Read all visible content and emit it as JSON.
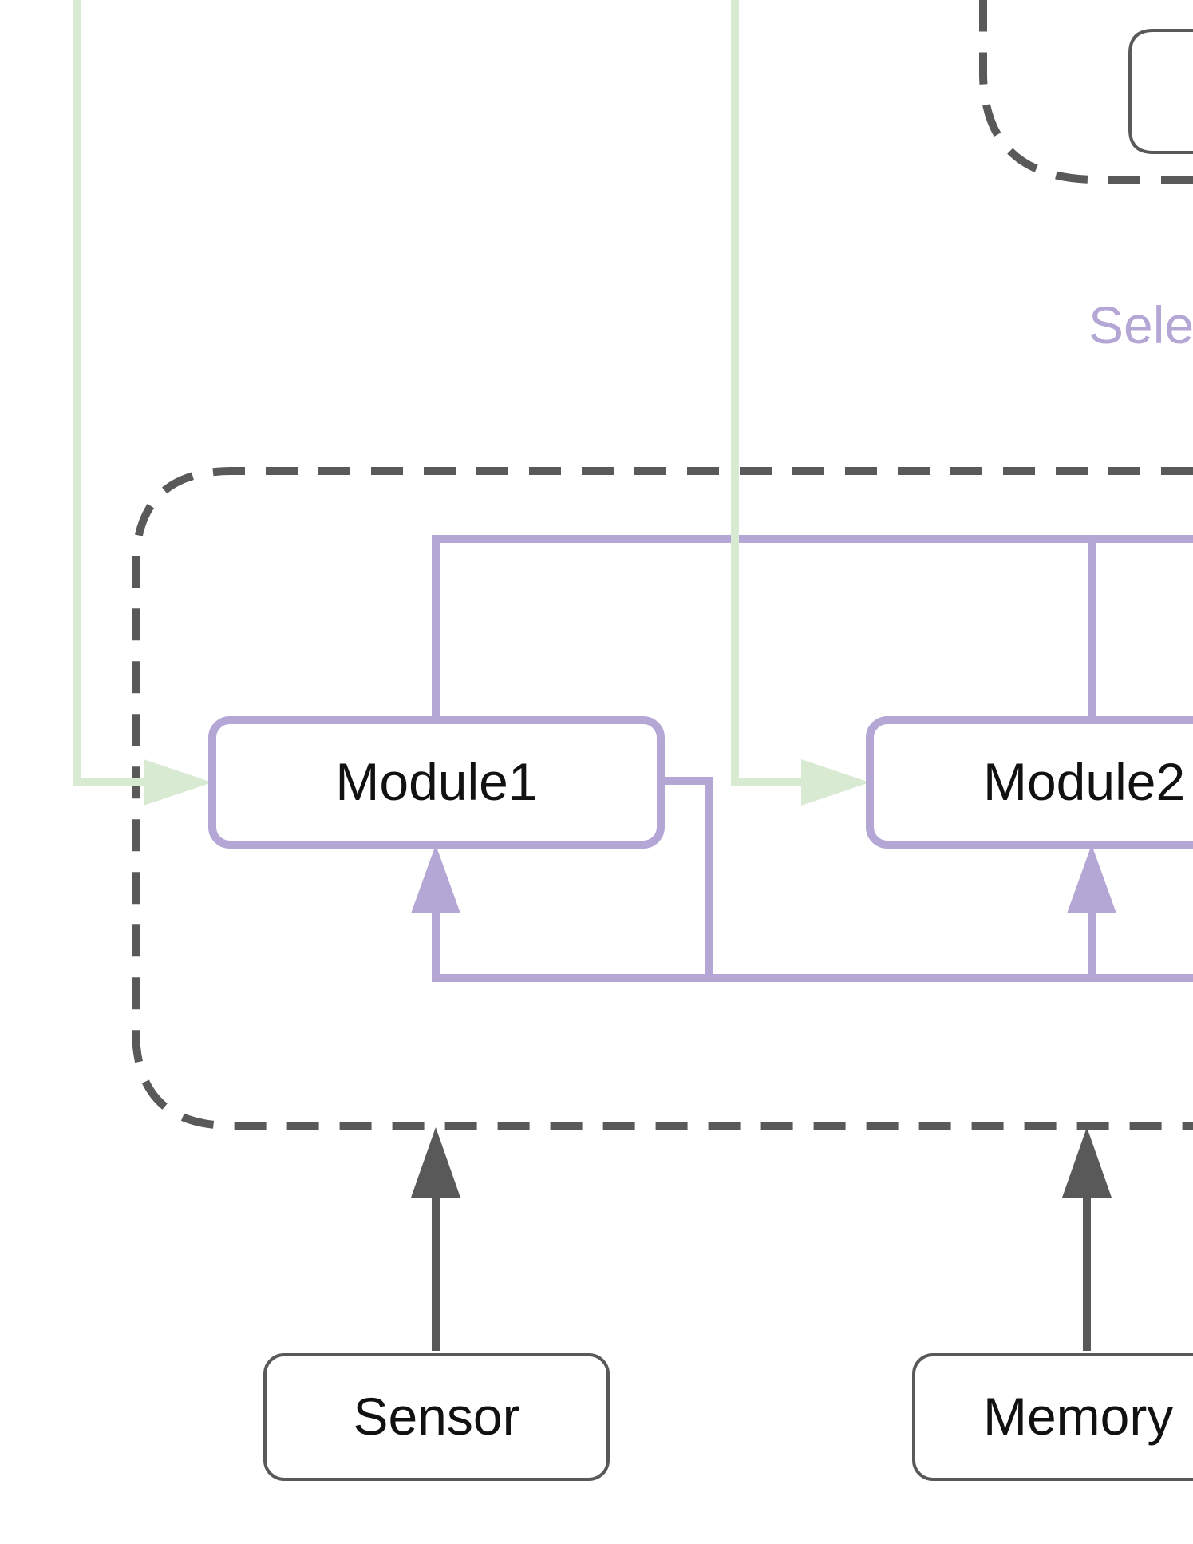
{
  "colors": {
    "purple": "#b4a7d6",
    "green": "#d9ead3",
    "gray": "#595959",
    "text": "#111111"
  },
  "labels": {
    "select_partial": "Sele",
    "module1": "Module1",
    "module2_partial": "Module2",
    "sensor": "Sensor",
    "memory_partial": "Memory"
  }
}
